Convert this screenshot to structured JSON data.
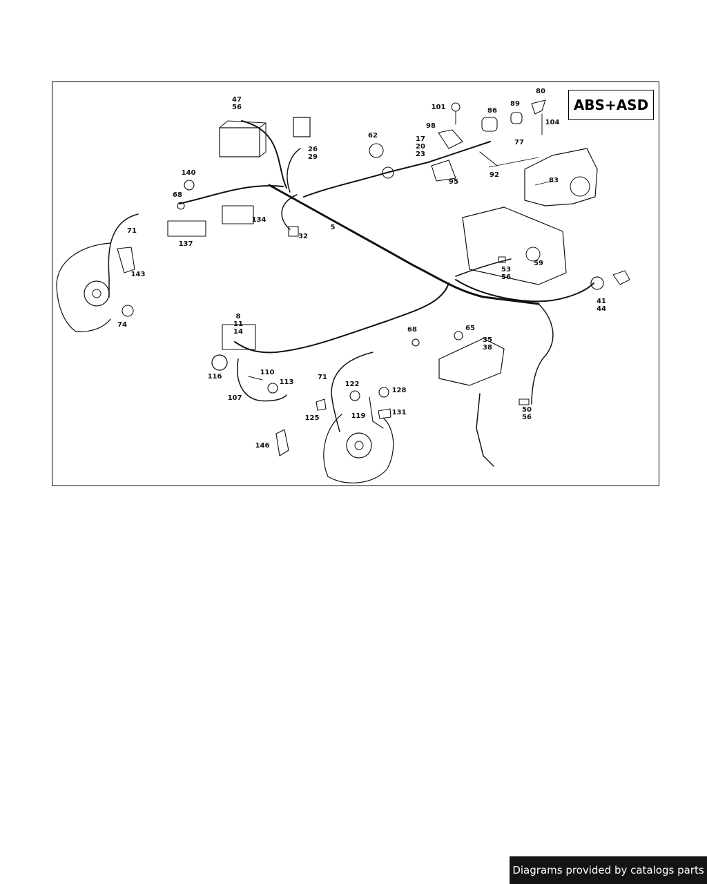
{
  "badge": {
    "text": "ABS+ASD"
  },
  "footer": {
    "credit": "Diagrams provided by catalogs parts"
  },
  "callouts": [
    "47\n56",
    "26\n29",
    "62",
    "17\n20\n23",
    "98",
    "101",
    "86",
    "89",
    "80",
    "104",
    "77",
    "92",
    "95",
    "83",
    "140",
    "68",
    "71",
    "134",
    "137",
    "32",
    "5",
    "143",
    "74",
    "59",
    "53\n56",
    "41\n44",
    "8\n11\n14",
    "68",
    "65",
    "35\n38",
    "116",
    "110",
    "113",
    "107",
    "71",
    "122",
    "128",
    "131",
    "119",
    "125",
    "146",
    "50\n56"
  ]
}
